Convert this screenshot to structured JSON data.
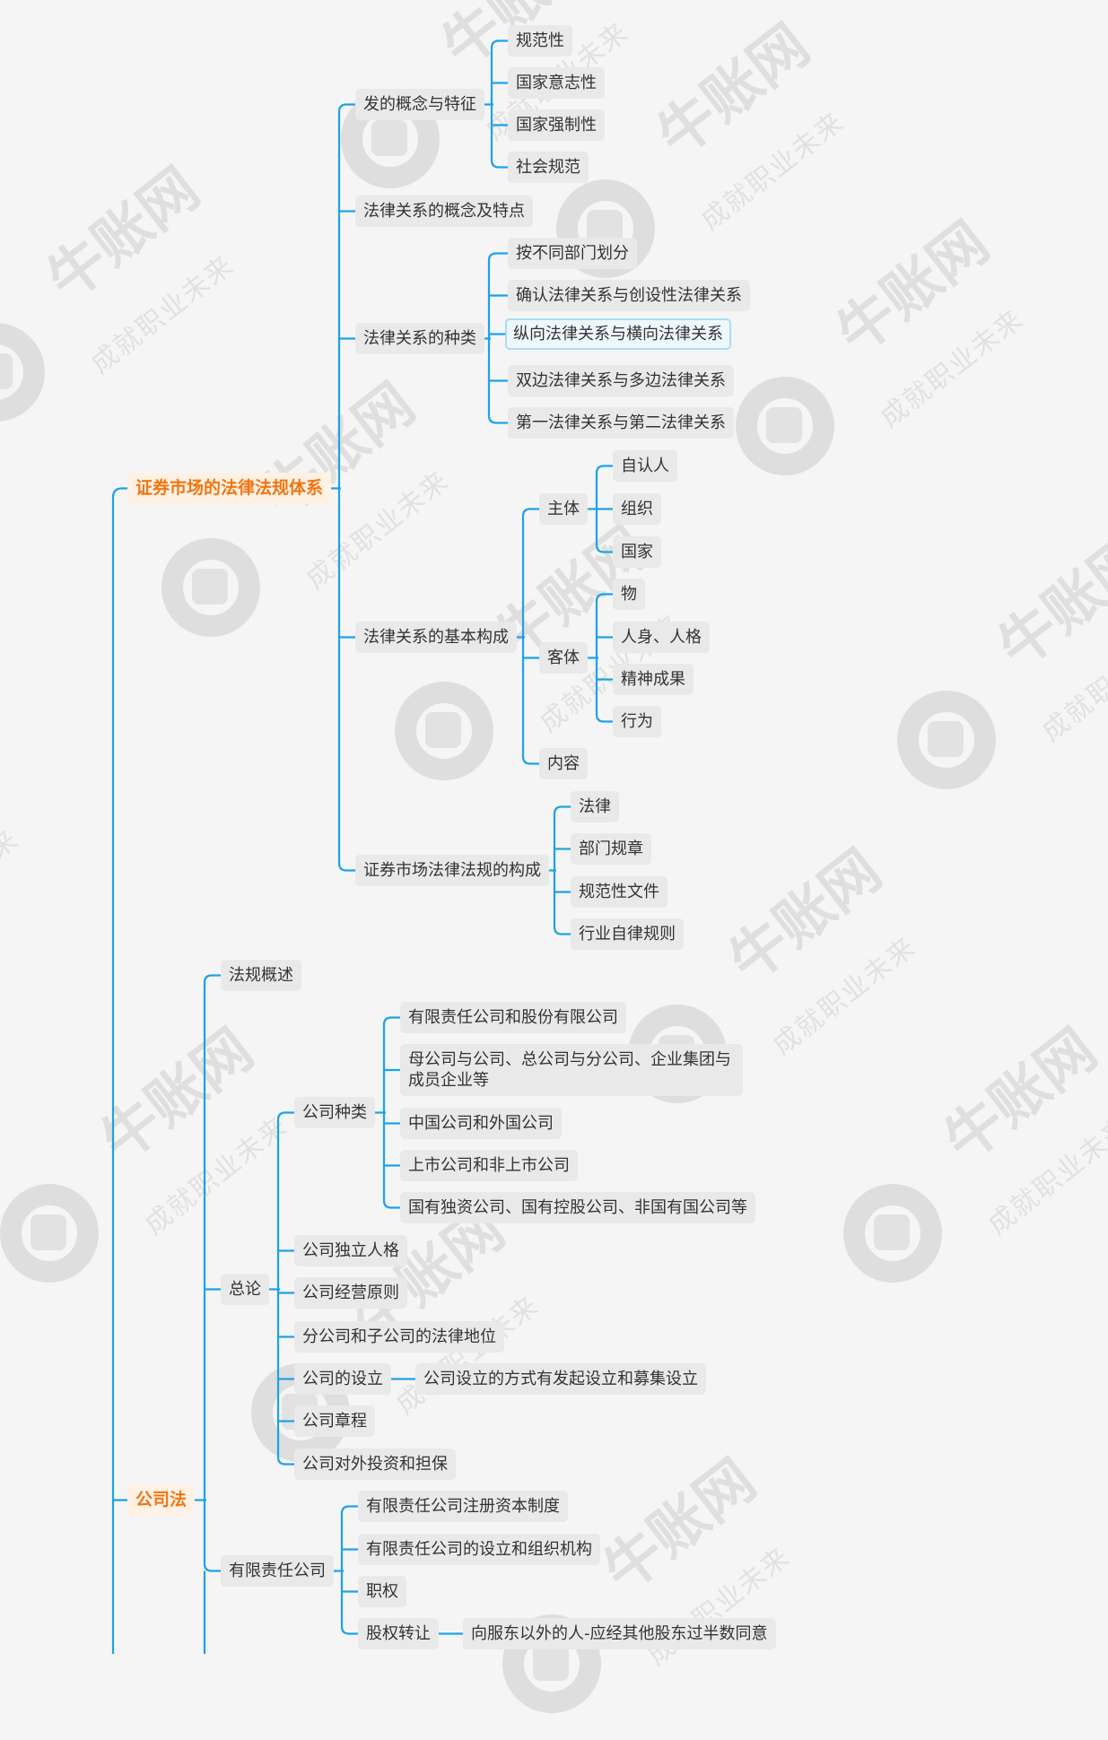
{
  "watermark": {
    "brand": "牛账网",
    "slogan": "成就职业未来"
  },
  "colors": {
    "line": "#1aa3e8",
    "main_text": "#f07612",
    "node_bg": "#e9e9e9"
  },
  "nodes": [
    {
      "id": "root1",
      "label": "证券市场的法律法规体系",
      "main": true
    },
    {
      "id": "n_concept",
      "label": "发的概念与特征"
    },
    {
      "id": "n_gfx",
      "label": "规范性"
    },
    {
      "id": "n_gjyz",
      "label": "国家意志性"
    },
    {
      "id": "n_gjqz",
      "label": "国家强制性"
    },
    {
      "id": "n_shgf",
      "label": "社会规范"
    },
    {
      "id": "n_flgx",
      "label": "法律关系的概念及特点"
    },
    {
      "id": "n_zl",
      "label": "法律关系的种类"
    },
    {
      "id": "n_abt",
      "label": "按不同部门划分"
    },
    {
      "id": "n_qr",
      "label": "确认法律关系与创设性法律关系"
    },
    {
      "id": "n_zx",
      "label": "纵向法律关系与横向法律关系",
      "selected": true
    },
    {
      "id": "n_sb",
      "label": "双边法律关系与多边法律关系"
    },
    {
      "id": "n_dy",
      "label": "第一法律关系与第二法律关系"
    },
    {
      "id": "n_jbgc",
      "label": "法律关系的基本构成"
    },
    {
      "id": "n_zt",
      "label": "主体"
    },
    {
      "id": "n_zrr",
      "label": "自认人"
    },
    {
      "id": "n_zz",
      "label": "组织"
    },
    {
      "id": "n_gj",
      "label": "国家"
    },
    {
      "id": "n_kt",
      "label": "客体"
    },
    {
      "id": "n_w",
      "label": "物"
    },
    {
      "id": "n_rs",
      "label": "人身、人格"
    },
    {
      "id": "n_js",
      "label": "精神成果"
    },
    {
      "id": "n_xw",
      "label": "行为"
    },
    {
      "id": "n_nr",
      "label": "内容"
    },
    {
      "id": "n_zqgc",
      "label": "证券市场法律法规的构成"
    },
    {
      "id": "n_fl",
      "label": "法律"
    },
    {
      "id": "n_bmgz",
      "label": "部门规章"
    },
    {
      "id": "n_gfxwj",
      "label": "规范性文件"
    },
    {
      "id": "n_hyzl",
      "label": "行业自律规则"
    },
    {
      "id": "root2",
      "label": "公司法",
      "main": true
    },
    {
      "id": "n_fggs",
      "label": "法规概述"
    },
    {
      "id": "n_zonglun",
      "label": "总论"
    },
    {
      "id": "n_gszl",
      "label": "公司种类"
    },
    {
      "id": "n_yxgf",
      "label": "有限责任公司和股份有限公司"
    },
    {
      "id": "n_mgs",
      "label": "母公司与公司、总公司与分公司、企业集团与成员企业等"
    },
    {
      "id": "n_zgwg",
      "label": "中国公司和外国公司"
    },
    {
      "id": "n_ss",
      "label": "上市公司和非上市公司"
    },
    {
      "id": "n_gydz",
      "label": "国有独资公司、国有控股公司、非国有国公司等"
    },
    {
      "id": "n_dlrg",
      "label": "公司独立人格"
    },
    {
      "id": "n_jyyz",
      "label": "公司经营原则"
    },
    {
      "id": "n_fzgs",
      "label": "分公司和子公司的法律地位"
    },
    {
      "id": "n_gssl",
      "label": "公司的设立"
    },
    {
      "id": "n_slfs",
      "label": "公司设立的方式有发起设立和募集设立"
    },
    {
      "id": "n_gszc",
      "label": "公司章程"
    },
    {
      "id": "n_dwtz",
      "label": "公司对外投资和担保"
    },
    {
      "id": "n_yxzr",
      "label": "有限责任公司"
    },
    {
      "id": "n_zczb",
      "label": "有限责任公司注册资本制度"
    },
    {
      "id": "n_zzjg",
      "label": "有限责任公司的设立和组织机构"
    },
    {
      "id": "n_zq",
      "label": "职权"
    },
    {
      "id": "n_gqzr",
      "label": "股权转让"
    },
    {
      "id": "n_xfd",
      "label": "向服东以外的人-应经其他股东过半数同意"
    }
  ]
}
